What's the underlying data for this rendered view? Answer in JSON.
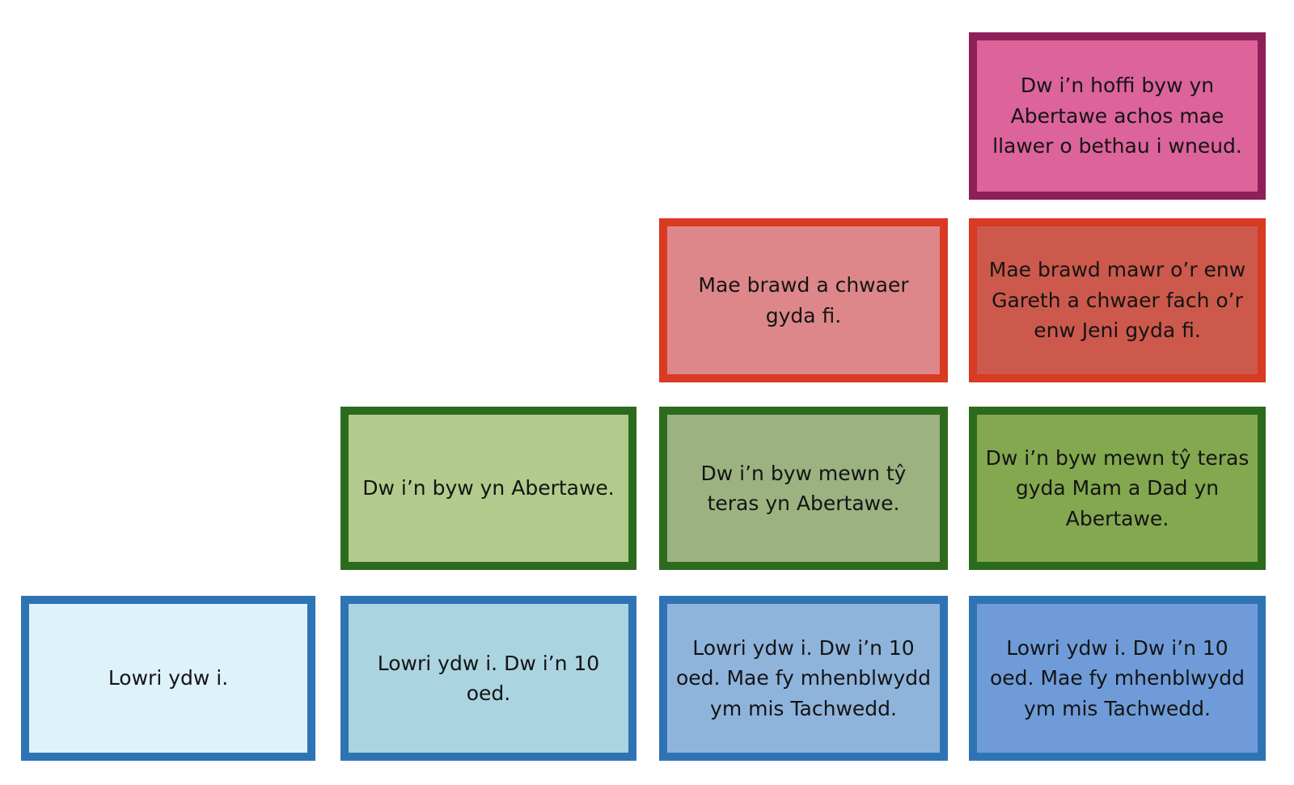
{
  "page": {
    "background_color": "#ffffff",
    "text_color": "#141414"
  },
  "levels": [
    {
      "name": "identity",
      "border_color": "#2e74b4"
    },
    {
      "name": "home",
      "border_color": "#2c6b1e"
    },
    {
      "name": "family",
      "border_color": "#d83a22"
    },
    {
      "name": "opinion",
      "border_color": "#8d2058"
    }
  ],
  "cards": [
    {
      "row": 1,
      "column": 4,
      "level": "opinion",
      "text": "Dw i’n hoffi byw yn Abertawe achos mae llawer o bethau i wneud.",
      "fill_color": "#dd639b",
      "border_color": "#8d2058"
    },
    {
      "row": 2,
      "column": 3,
      "level": "family",
      "text": "Mae brawd a chwaer gyda fi.",
      "fill_color": "#dd878a",
      "border_color": "#d83a22"
    },
    {
      "row": 2,
      "column": 4,
      "level": "family",
      "text": "Mae brawd mawr o’r enw Gareth a chwaer fach o’r enw Jeni gyda fi.",
      "fill_color": "#cc594c",
      "border_color": "#d83a22"
    },
    {
      "row": 3,
      "column": 2,
      "level": "home",
      "text": "Dw i’n byw yn Abertawe.",
      "fill_color": "#b2cb8d",
      "border_color": "#2c6b1e"
    },
    {
      "row": 3,
      "column": 3,
      "level": "home",
      "text": "Dw i’n byw mewn tŷ teras yn Abertawe.",
      "fill_color": "#9cb381",
      "border_color": "#2c6b1e"
    },
    {
      "row": 3,
      "column": 4,
      "level": "home",
      "text": "Dw i’n byw mewn tŷ teras gyda Mam a Dad yn Abertawe.",
      "fill_color": "#83a84f",
      "border_color": "#2c6b1e"
    },
    {
      "row": 4,
      "column": 1,
      "level": "identity",
      "text": "Lowri ydw i.",
      "fill_color": "#def2f9",
      "border_color": "#2e74b4"
    },
    {
      "row": 4,
      "column": 2,
      "level": "identity",
      "text": "Lowri ydw i. Dw i’n 10 oed.",
      "fill_color": "#aad4e0",
      "border_color": "#2e74b4"
    },
    {
      "row": 4,
      "column": 3,
      "level": "identity",
      "text": "Lowri ydw i. Dw i’n 10 oed. Mae fy mhenblwydd ym mis Tachwedd.",
      "fill_color": "#8fb4dc",
      "border_color": "#2e74b4"
    },
    {
      "row": 4,
      "column": 4,
      "level": "identity",
      "text": "Lowri ydw i. Dw i’n 10 oed. Mae fy mhenblwydd ym mis Tachwedd.",
      "fill_color": "#6f9cd9",
      "border_color": "#2e74b4"
    }
  ]
}
